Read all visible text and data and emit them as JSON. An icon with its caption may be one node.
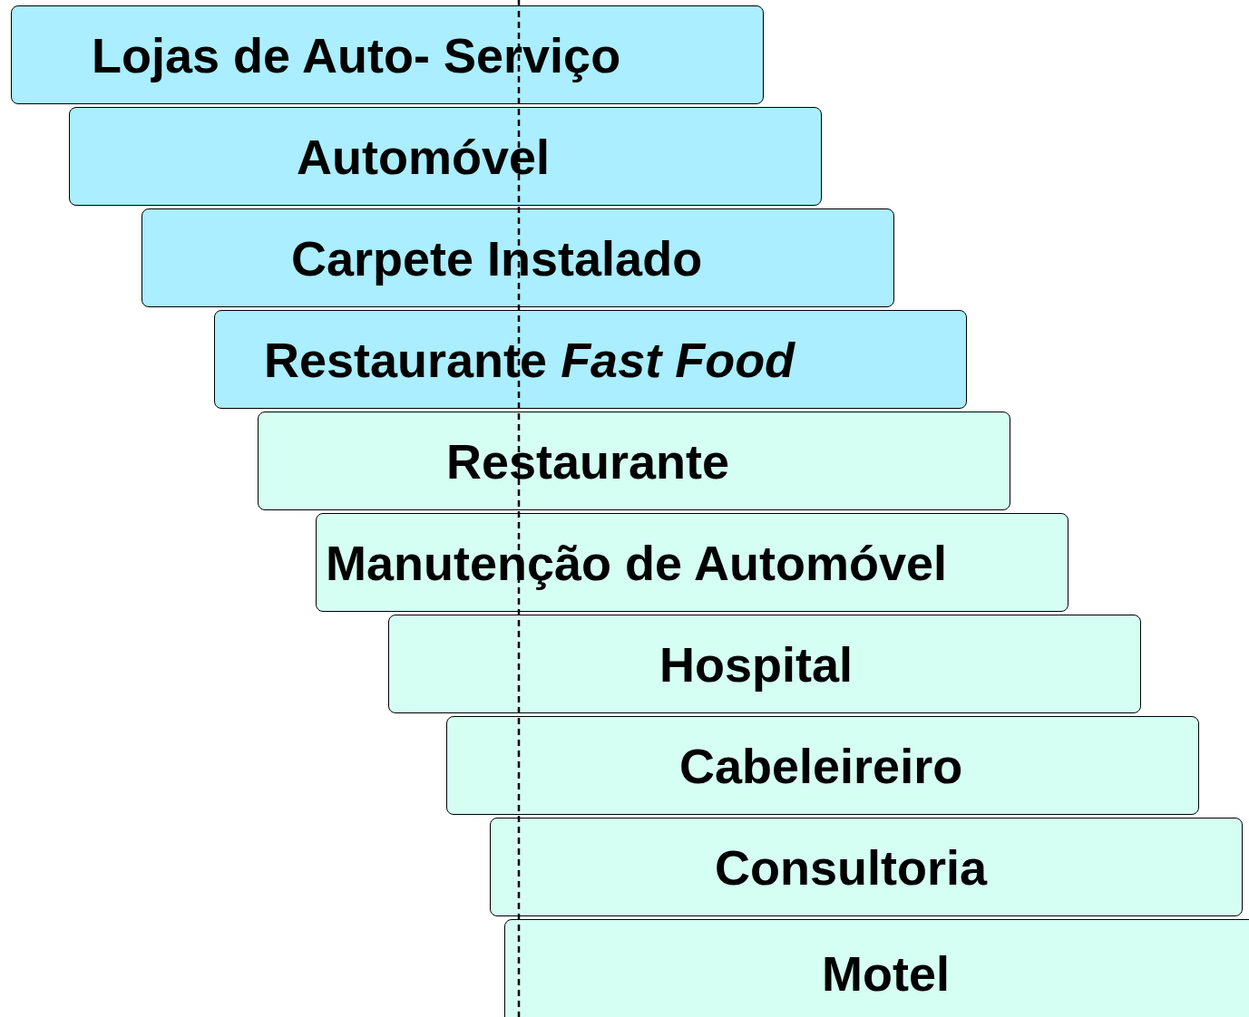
{
  "diagram": {
    "nodes": [
      {
        "text": [
          "Lojas de Auto- Serviço"
        ]
      },
      {
        "text": [
          "Automóvel"
        ]
      },
      {
        "text": [
          "Carpete Instalado"
        ]
      },
      {
        "text": [
          "Restaurante *Fast Food*"
        ]
      },
      {
        "text": [
          "Restaurante"
        ]
      },
      {
        "text": [
          "Manutenção de Automóvel"
        ]
      },
      {
        "text": [
          "Hospital"
        ]
      },
      {
        "text": [
          "Cabeleireiro"
        ]
      },
      {
        "text": [
          "Consultoria"
        ]
      },
      {
        "text": [
          "Motel"
        ]
      }
    ]
  }
}
